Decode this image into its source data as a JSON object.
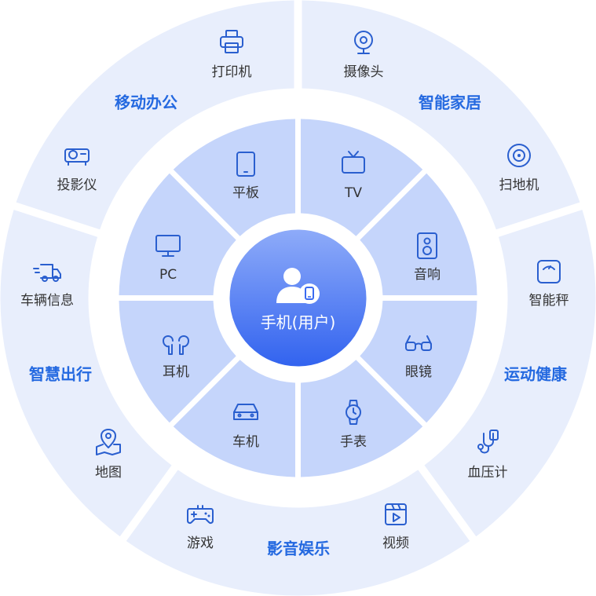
{
  "center": {
    "label": "手机(用户)",
    "icon": "user-phone-icon"
  },
  "inner_ring": [
    {
      "label": "平板",
      "icon": "tablet-icon"
    },
    {
      "label": "TV",
      "icon": "tv-icon"
    },
    {
      "label": "音响",
      "icon": "speaker-icon"
    },
    {
      "label": "眼镜",
      "icon": "glasses-icon"
    },
    {
      "label": "手表",
      "icon": "watch-icon"
    },
    {
      "label": "车机",
      "icon": "car-icon"
    },
    {
      "label": "耳机",
      "icon": "earbuds-icon"
    },
    {
      "label": "PC",
      "icon": "monitor-icon"
    }
  ],
  "outer_ring": [
    {
      "category": "移动办公",
      "items": [
        {
          "label": "打印机",
          "icon": "printer-icon"
        },
        {
          "label": "投影仪",
          "icon": "projector-icon"
        }
      ]
    },
    {
      "category": "智能家居",
      "items": [
        {
          "label": "摄像头",
          "icon": "webcam-icon"
        },
        {
          "label": "扫地机",
          "icon": "robot-vacuum-icon"
        }
      ]
    },
    {
      "category": "运动健康",
      "items": [
        {
          "label": "智能秤",
          "icon": "scale-icon"
        },
        {
          "label": "血压计",
          "icon": "stethoscope-icon"
        }
      ]
    },
    {
      "category": "影音娱乐",
      "items": [
        {
          "label": "游戏",
          "icon": "gamepad-icon"
        },
        {
          "label": "视频",
          "icon": "video-icon"
        }
      ]
    },
    {
      "category": "智慧出行",
      "items": [
        {
          "label": "车辆信息",
          "icon": "truck-icon"
        },
        {
          "label": "地图",
          "icon": "map-icon"
        }
      ]
    }
  ],
  "colors": {
    "outer_ring": "#e8eefc",
    "inner_ring": "#c5d5fb",
    "center_top": "#8eabf9",
    "center_bottom": "#3263ef",
    "category_text": "#2469e0",
    "icon_stroke": "#2a5fcf"
  }
}
